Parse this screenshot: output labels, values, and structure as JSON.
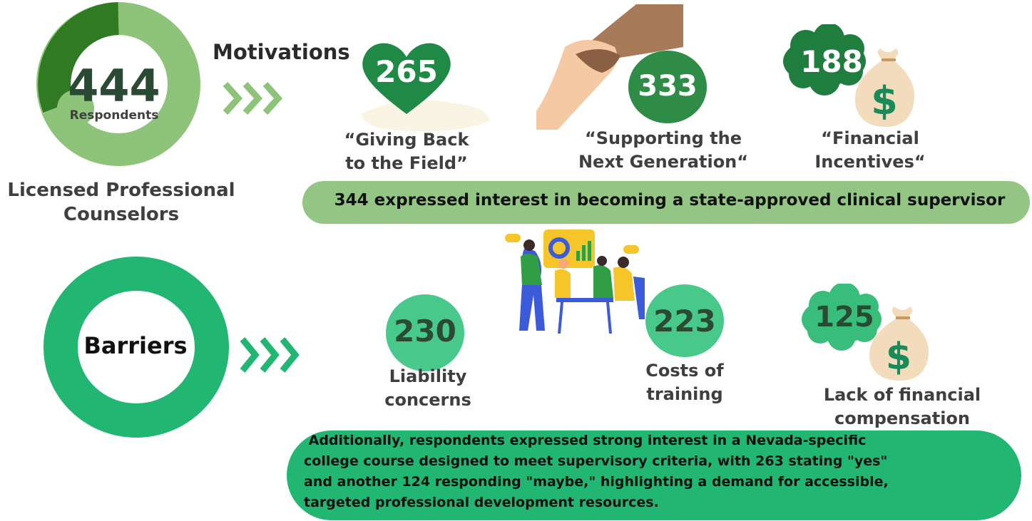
{
  "colors": {
    "dark_green": "#2f7a22",
    "light_green": "#8dc47a",
    "pill_light": "#93c684",
    "emerald": "#22b673",
    "mint": "#48c98b",
    "forest": "#188a45",
    "text_dark": "#3f3f3f",
    "number_text": "#2a4a33"
  },
  "respondents": {
    "count": "444",
    "label": "Respondents",
    "group_line1": "Licensed Professional",
    "group_line2": "Counselors"
  },
  "motivations": {
    "title": "Motivations",
    "items": [
      {
        "value": "265",
        "line1": "“Giving Back",
        "line2": "to the Field”",
        "icon": "heart-icon"
      },
      {
        "value": "333",
        "line1": "“Supporting the",
        "line2": "Next Generation“",
        "icon": "handshake-icon"
      },
      {
        "value": "188",
        "line1": "“Financial",
        "line2": "Incentives“",
        "icon": "money-bag-icon"
      }
    ]
  },
  "interest_banner": "344 expressed interest in becoming a state-approved clinical supervisor",
  "barriers": {
    "title": "Barriers",
    "items": [
      {
        "value": "230",
        "line1": "Liability",
        "line2": "concerns"
      },
      {
        "value": "223",
        "line1": "Costs of",
        "line2": "training"
      },
      {
        "value": "125",
        "line1": "Lack of financial",
        "line2": "compensation",
        "icon": "money-bag-icon"
      }
    ]
  },
  "summary": {
    "line1": " Additionally, respondents expressed strong interest in a Nevada-specific",
    "line2": "college course designed to meet supervisory criteria, with 263 stating \"yes\"",
    "line3": "and another 124 responding \"maybe,\" highlighting a demand for accessible,",
    "line4": "targeted professional development resources."
  }
}
